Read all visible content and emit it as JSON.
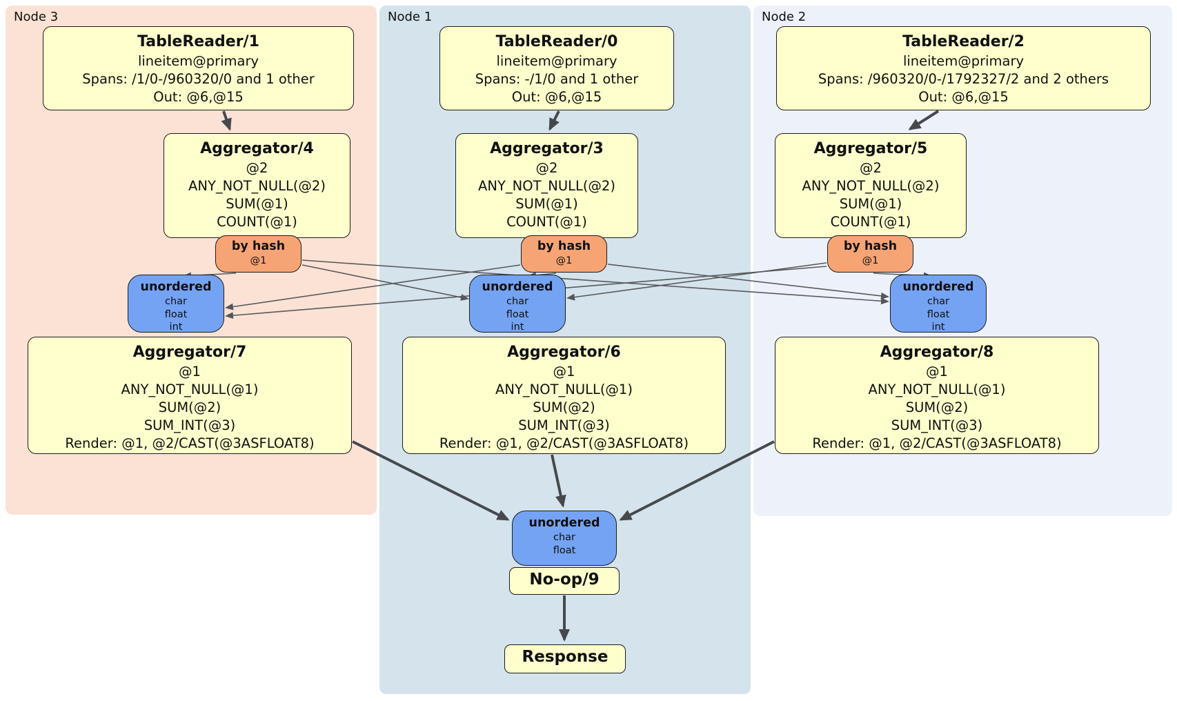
{
  "diagram_type": "distsql-physical-plan",
  "palette": {
    "node3_bg": "#fbe2d5",
    "node1_bg": "#d4e3ec",
    "node2_bg": "#edf2fa",
    "processor_fill": "#ffffcd",
    "router_fill": "#f7a474",
    "sync_fill": "#74a3f3",
    "edge_thin": "#58595b",
    "edge_thick": "#46494c",
    "border": "#1a1a1a"
  },
  "regions": [
    {
      "label": "Node 3"
    },
    {
      "label": "Node 1"
    },
    {
      "label": "Node 2"
    }
  ],
  "boxes": {
    "tr1": {
      "title": "TableReader/1",
      "lines": [
        "lineitem@primary",
        "Spans: /1/0-/960320/0 and 1 other",
        "Out: @6,@15"
      ]
    },
    "tr0": {
      "title": "TableReader/0",
      "lines": [
        "lineitem@primary",
        "Spans: -/1/0 and 1 other",
        "Out: @6,@15"
      ]
    },
    "tr2": {
      "title": "TableReader/2",
      "lines": [
        "lineitem@primary",
        "Spans: /960320/0-/1792327/2 and 2 others",
        "Out: @6,@15"
      ]
    },
    "agg4": {
      "title": "Aggregator/4",
      "lines": [
        "@2",
        "ANY_NOT_NULL(@2)",
        "SUM(@1)",
        "COUNT(@1)"
      ]
    },
    "agg3": {
      "title": "Aggregator/3",
      "lines": [
        "@2",
        "ANY_NOT_NULL(@2)",
        "SUM(@1)",
        "COUNT(@1)"
      ]
    },
    "agg5": {
      "title": "Aggregator/5",
      "lines": [
        "@2",
        "ANY_NOT_NULL(@2)",
        "SUM(@1)",
        "COUNT(@1)"
      ]
    },
    "router3": {
      "title": "by hash",
      "sub": "@1"
    },
    "router1": {
      "title": "by hash",
      "sub": "@1"
    },
    "router2": {
      "title": "by hash",
      "sub": "@1"
    },
    "sync3": {
      "title": "unordered",
      "lines": [
        "char",
        "float",
        "int"
      ]
    },
    "sync1": {
      "title": "unordered",
      "lines": [
        "char",
        "float",
        "int"
      ]
    },
    "sync2": {
      "title": "unordered",
      "lines": [
        "char",
        "float",
        "int"
      ]
    },
    "agg7": {
      "title": "Aggregator/7",
      "lines": [
        "@1",
        "ANY_NOT_NULL(@1)",
        "SUM(@2)",
        "SUM_INT(@3)",
        "Render: @1, @2/CAST(@3ASFLOAT8)"
      ]
    },
    "agg6": {
      "title": "Aggregator/6",
      "lines": [
        "@1",
        "ANY_NOT_NULL(@1)",
        "SUM(@2)",
        "SUM_INT(@3)",
        "Render: @1, @2/CAST(@3ASFLOAT8)"
      ]
    },
    "agg8": {
      "title": "Aggregator/8",
      "lines": [
        "@1",
        "ANY_NOT_NULL(@1)",
        "SUM(@2)",
        "SUM_INT(@3)",
        "Render: @1, @2/CAST(@3ASFLOAT8)"
      ]
    },
    "syncFinal": {
      "title": "unordered",
      "lines": [
        "char",
        "float"
      ]
    },
    "noop": {
      "title": "No-op/9"
    },
    "response": {
      "title": "Response"
    }
  }
}
